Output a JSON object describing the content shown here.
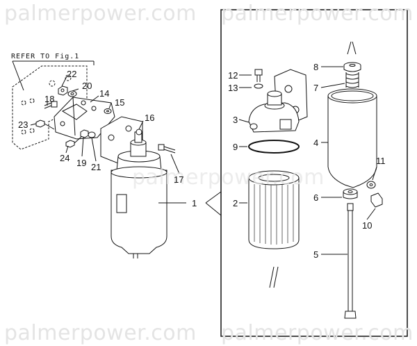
{
  "watermark": {
    "text": "palmerpower.com"
  },
  "reference_note": "REFER TO Fig.1",
  "part_labels": {
    "p1": "1",
    "p2": "2",
    "p3": "3",
    "p4": "4",
    "p5": "5",
    "p6": "6",
    "p7": "7",
    "p8": "8",
    "p9": "9",
    "p10": "10",
    "p11": "11",
    "p12": "12",
    "p13": "13",
    "p14": "14",
    "p15": "15",
    "p16": "16",
    "p17": "17",
    "p18": "18",
    "p19": "19",
    "p20": "20",
    "p21": "21",
    "p22": "22",
    "p23": "23",
    "p24": "24"
  }
}
